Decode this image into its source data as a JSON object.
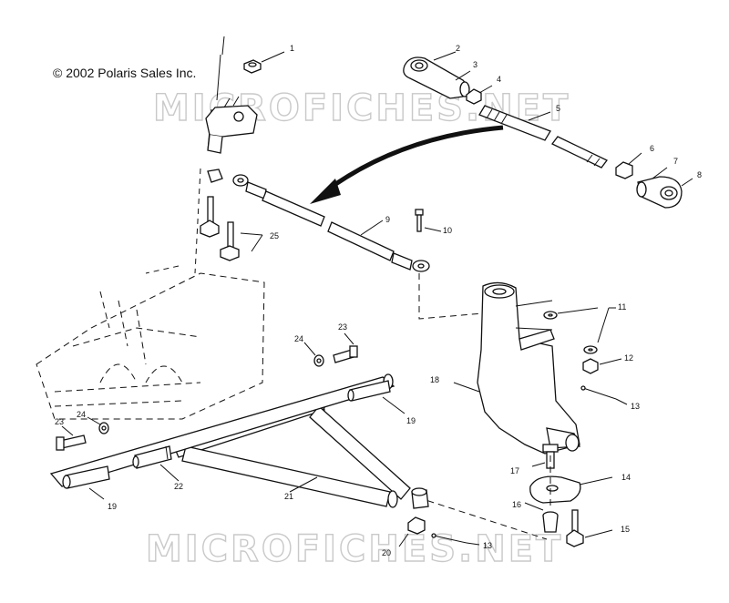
{
  "copyright": "© 2002 Polaris Sales Inc.",
  "watermark": "MICROFICHES.NET",
  "callouts": [
    {
      "id": "c1",
      "text": "1"
    },
    {
      "id": "c2",
      "text": "2"
    },
    {
      "id": "c3",
      "text": "3"
    },
    {
      "id": "c4",
      "text": "4"
    },
    {
      "id": "c5",
      "text": "5"
    },
    {
      "id": "c6",
      "text": "6"
    },
    {
      "id": "c7",
      "text": "7"
    },
    {
      "id": "c8",
      "text": "8"
    },
    {
      "id": "c9",
      "text": "9"
    },
    {
      "id": "c10",
      "text": "10"
    },
    {
      "id": "c11",
      "text": "11"
    },
    {
      "id": "c12",
      "text": "12"
    },
    {
      "id": "c13a",
      "text": "13"
    },
    {
      "id": "c13b",
      "text": "13"
    },
    {
      "id": "c14",
      "text": "14"
    },
    {
      "id": "c15",
      "text": "15"
    },
    {
      "id": "c16",
      "text": "16"
    },
    {
      "id": "c17",
      "text": "17"
    },
    {
      "id": "c18",
      "text": "18"
    },
    {
      "id": "c19a",
      "text": "19"
    },
    {
      "id": "c19b",
      "text": "19"
    },
    {
      "id": "c20",
      "text": "20"
    },
    {
      "id": "c21",
      "text": "21"
    },
    {
      "id": "c22",
      "text": "22"
    },
    {
      "id": "c23a",
      "text": "23"
    },
    {
      "id": "c23b",
      "text": "23"
    },
    {
      "id": "c24a",
      "text": "24"
    },
    {
      "id": "c24b",
      "text": "24"
    },
    {
      "id": "c25",
      "text": "25"
    }
  ]
}
